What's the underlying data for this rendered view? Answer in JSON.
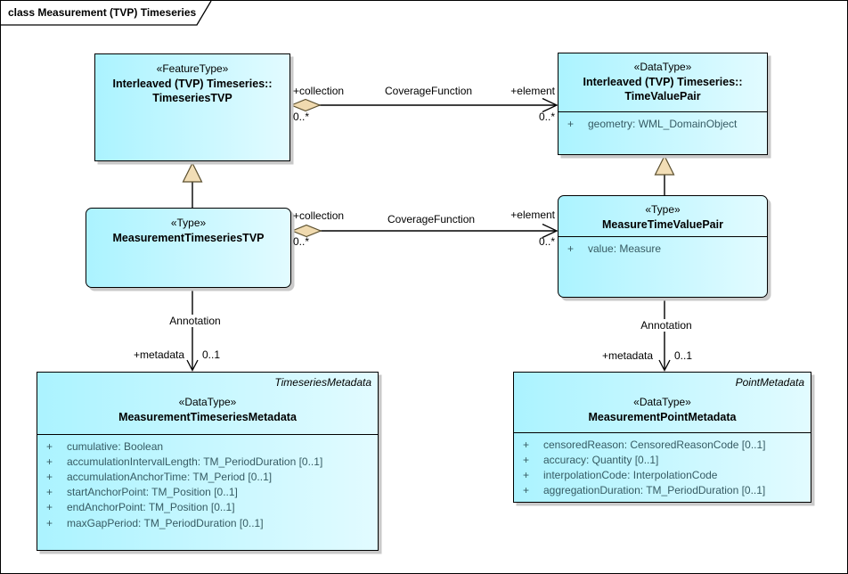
{
  "diagram": {
    "title": "class Measurement (TVP) Timeseries"
  },
  "colors": {
    "box_fill_left": "#abf3ff",
    "box_fill_right": "#e2fbff",
    "box_border": "#000000",
    "box_shadow": "#c9c9c9",
    "attribute_text": "#365b63",
    "aggregation_diamond_fill": "#f0daaf",
    "generalization_triangle_fill": "#f2deb6",
    "connector_line": "#000000"
  },
  "classes": {
    "tsTVP": {
      "stereotype": "«FeatureType»",
      "qualifier": "Interleaved (TVP) Timeseries::",
      "name": "TimeseriesTVP"
    },
    "tvp": {
      "stereotype": "«DataType»",
      "qualifier": "Interleaved (TVP) Timeseries::",
      "name": "TimeValuePair",
      "attributes": [
        {
          "vis": "+",
          "text": "geometry: WML_DomainObject"
        }
      ]
    },
    "mtsTVP": {
      "stereotype": "«Type»",
      "name": "MeasurementTimeseriesTVP"
    },
    "mtvp": {
      "stereotype": "«Type»",
      "name": "MeasureTimeValuePair",
      "attributes": [
        {
          "vis": "+",
          "text": "value: Measure"
        }
      ]
    },
    "tsMeta": {
      "tag": "TimeseriesMetadata",
      "stereotype": "«DataType»",
      "name": "MeasurementTimeseriesMetadata",
      "attributes": [
        {
          "vis": "+",
          "text": "cumulative: Boolean"
        },
        {
          "vis": "+",
          "text": "accumulationIntervalLength: TM_PeriodDuration [0..1]"
        },
        {
          "vis": "+",
          "text": "accumulationAnchorTime: TM_Period [0..1]"
        },
        {
          "vis": "+",
          "text": "startAnchorPoint: TM_Position [0..1]"
        },
        {
          "vis": "+",
          "text": "endAnchorPoint: TM_Position [0..1]"
        },
        {
          "vis": "+",
          "text": "maxGapPeriod: TM_PeriodDuration [0..1]"
        }
      ]
    },
    "ptMeta": {
      "tag": "PointMetadata",
      "stereotype": "«DataType»",
      "name": "MeasurementPointMetadata",
      "attributes": [
        {
          "vis": "+",
          "text": "censoredReason: CensoredReasonCode [0..1]"
        },
        {
          "vis": "+",
          "text": "accuracy: Quantity [0..1]"
        },
        {
          "vis": "+",
          "text": "interpolationCode: InterpolationCode"
        },
        {
          "vis": "+",
          "text": "aggregationDuration: TM_PeriodDuration [0..1]"
        }
      ]
    }
  },
  "connectors": {
    "top": {
      "role_src": "+collection",
      "card_src": "0..*",
      "name": "CoverageFunction",
      "role_tgt": "+element",
      "card_tgt": "0..*"
    },
    "mid": {
      "role_src": "+collection",
      "card_src": "0..*",
      "name": "CoverageFunction",
      "role_tgt": "+element",
      "card_tgt": "0..*"
    },
    "annL": {
      "name": "Annotation",
      "role": "+metadata",
      "card": "0..1"
    },
    "annR": {
      "name": "Annotation",
      "role": "+metadata",
      "card": "0..1"
    }
  }
}
